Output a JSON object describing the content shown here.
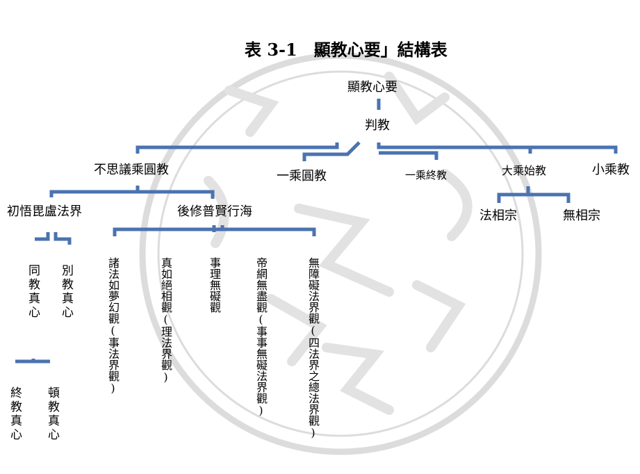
{
  "diagram": {
    "title": "表 3-1　顯教心要」結構表",
    "colors": {
      "line": "#4a73b0",
      "watermark": "#d3d3d3"
    },
    "nodes": {
      "root": "顯教心要",
      "panjiao": "判教",
      "busiyi": "不思議乘圓教",
      "yicheng_yuan": "一乘圓教",
      "yicheng_zhong": "一乘終教",
      "dacheng_shi": "大乘始教",
      "xiaocheng": "小乘教",
      "chuwu": "初悟毘盧法界",
      "houxiu": "後修普賢行海",
      "faxiang": "法相宗",
      "wuxiang": "無相宗",
      "tongjiao": "同教真心",
      "biejiao": "別教真心",
      "zhongjiao": "終教真心",
      "dunjiao": "頓教真心",
      "zhufa": "諸法如夢幻觀(事法界觀)",
      "zhenru": "真如絕相觀(理法界觀)",
      "shili": "事理無礙觀",
      "diwang": "帝網無盡觀(事事無礙法界觀)",
      "wuzhang": "無障礙法界觀(四法界之總法界觀)"
    }
  }
}
